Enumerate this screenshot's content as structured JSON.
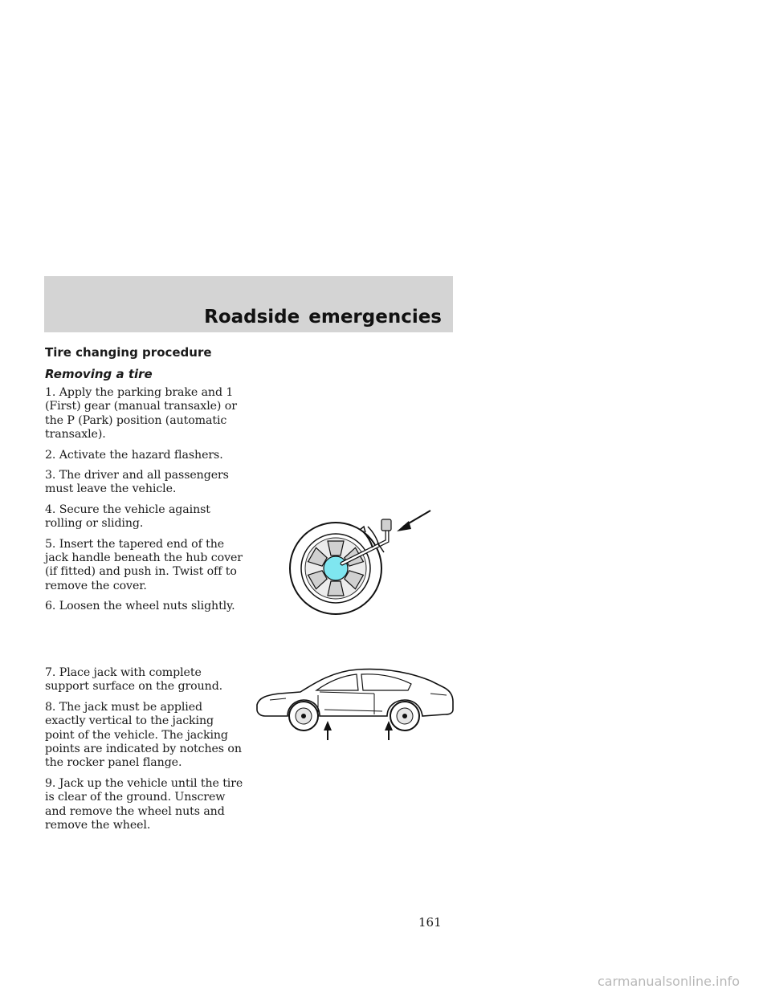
{
  "header": {
    "title": "Roadside emergencies"
  },
  "section": {
    "heading": "Tire changing procedure",
    "subheading": "Removing a tire"
  },
  "steps_a": [
    "1. Apply the parking brake and 1 (First) gear (manual transaxle) or the P (Park) position (automatic transaxle).",
    "2. Activate the hazard flashers.",
    "3. The driver and all passengers must leave the vehicle.",
    "4. Secure the vehicle against rolling or sliding.",
    "5. Insert the tapered end of the jack handle beneath the hub cover (if fitted) and push in. Twist off to remove the cover.",
    "6. Loosen the wheel nuts slightly."
  ],
  "steps_b": [
    "7. Place jack with complete support surface on the ground.",
    "8. The jack must be applied exactly vertical to the jacking point of the vehicle. The jacking points are indicated by notches on the rocker panel flange.",
    "9. Jack up the vehicle until the tire is clear of the ground. Unscrew and remove the wheel nuts and remove the wheel."
  ],
  "page_number": "161",
  "watermark": "carmanualsonline.info",
  "colors": {
    "header_band": "#d4d4d4",
    "hub_cover": "#7fe6f0",
    "spokes": "#d0d0d0"
  }
}
